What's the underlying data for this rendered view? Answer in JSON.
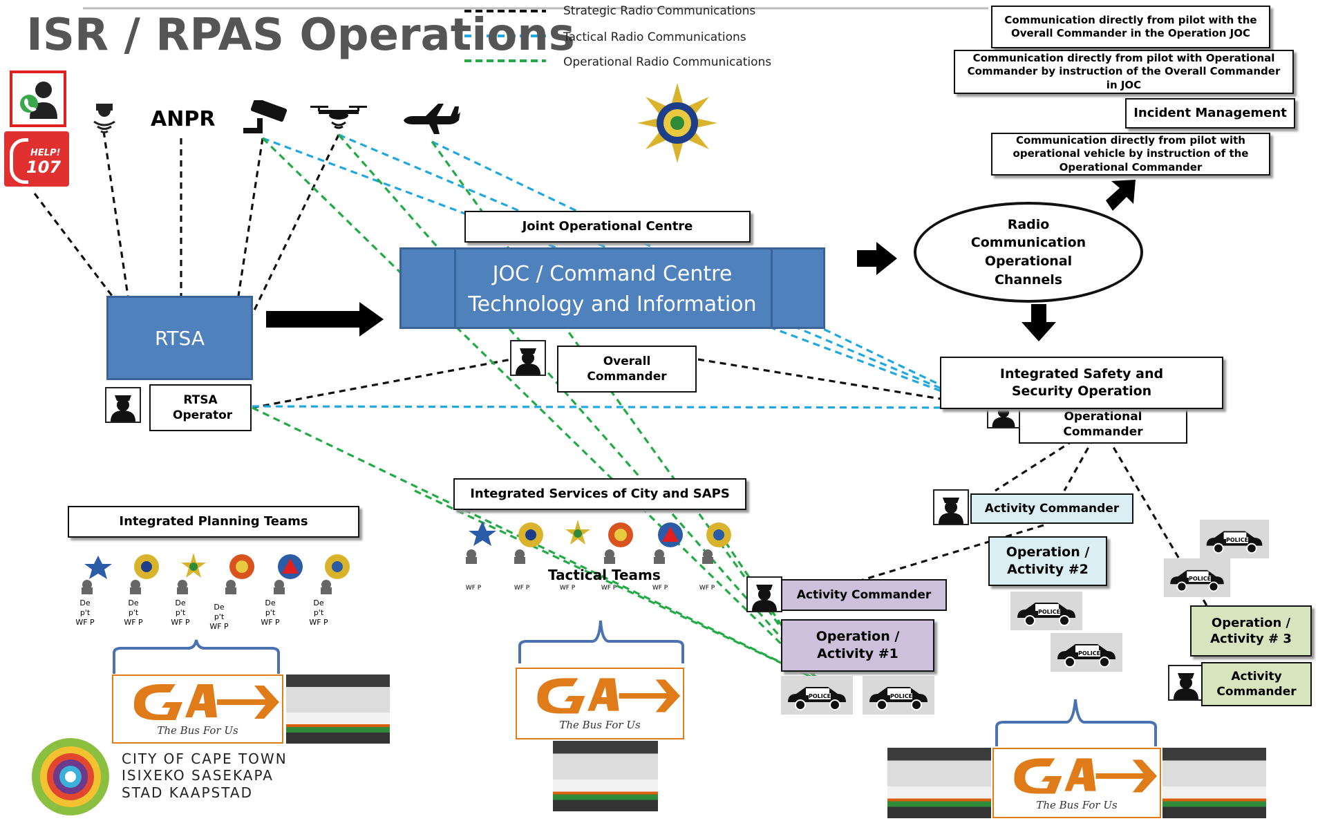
{
  "title": "ISR / RPAS Operations",
  "legend": [
    {
      "label": "Strategic Radio Communications",
      "color": "#111111"
    },
    {
      "label": "Tactical Radio Communications",
      "color": "#1fa8e0"
    },
    {
      "label": "Operational Radio Communications",
      "color": "#22aa44"
    }
  ],
  "sensors": {
    "anpr": "ANPR",
    "help_line": "HELP!",
    "help_number": "107"
  },
  "joc": {
    "header": "Joint Operational Centre",
    "main_line1": "JOC / Command Centre",
    "main_line2": "Technology and Information"
  },
  "rtsa": {
    "label": "RTSA",
    "operator": "RTSA Operator"
  },
  "overall_commander": "Overall Commander",
  "radio_channels": [
    "Radio",
    "Communication",
    "Operational",
    "Channels"
  ],
  "right_notes": {
    "note1": "Communication directly from pilot with the Overall Commander in the Operation JOC",
    "note2": "Communication directly from pilot with Operational Commander by instruction of the Overall Commander in JOC",
    "incident": "Incident Management",
    "note3": "Communication directly from pilot with operational vehicle by instruction of the Operational Commander"
  },
  "issop": "Integrated Safety and Security Operation",
  "operational_commander": "Operational Commander",
  "activity_commander": "Activity Commander",
  "op1": "Operation / Activity #1",
  "op2": "Operation / Activity #2",
  "op3": "Operation / Activity # 3",
  "planning_teams": "Integrated Planning Teams",
  "integrated_services": "Integrated Services of City and SAPS",
  "tactical_teams": "Tactical Teams",
  "dept_label": "De p't WF P",
  "wfp_label": "WF P",
  "police_label": "POLICE",
  "brand": {
    "tagline": "The Bus For Us",
    "logo": "GA"
  },
  "city": [
    "CITY OF CAPE TOWN",
    "ISIXEKO SASEKAPA",
    "STAD KAAPSTAD"
  ],
  "colors": {
    "accent_blue": "#4f81bd",
    "tactical": "#1fa8e0",
    "operational": "#22aa44",
    "strategic": "#111111"
  }
}
